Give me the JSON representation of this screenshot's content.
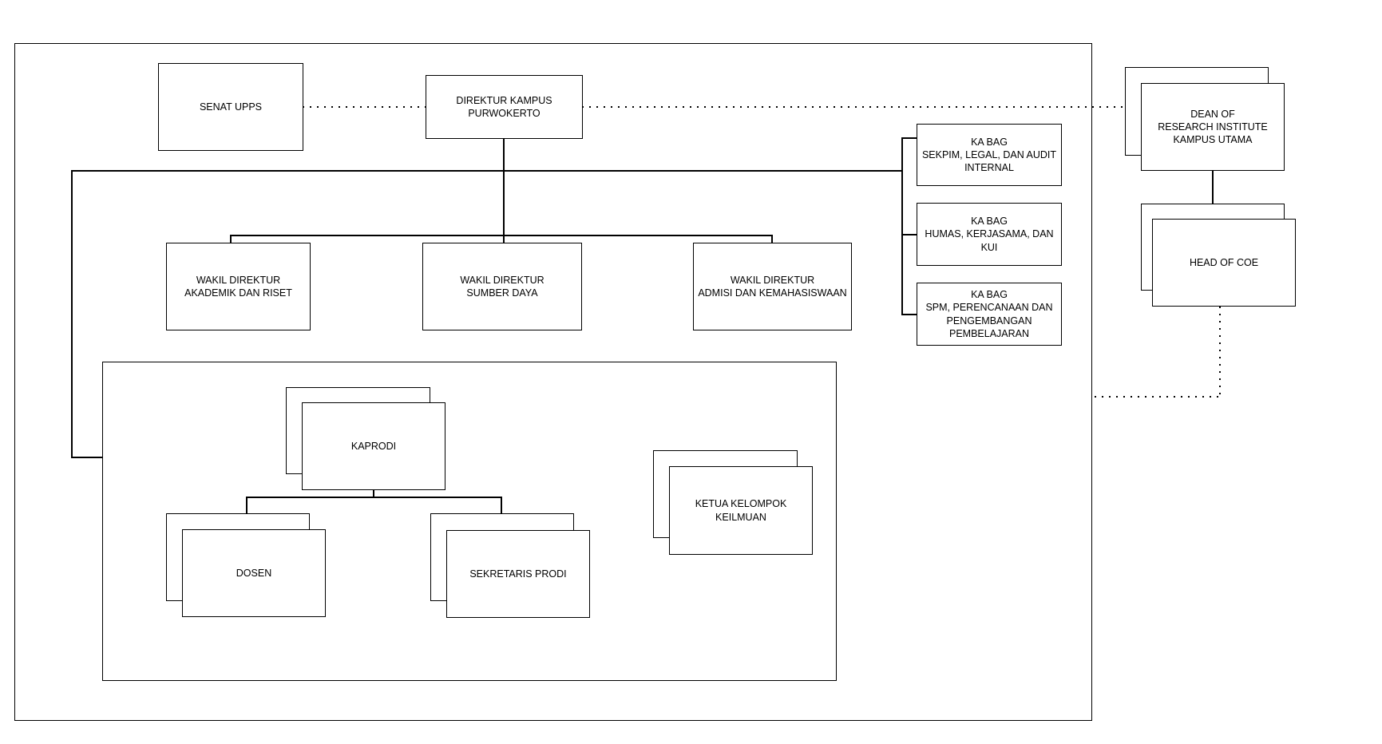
{
  "colors": {
    "line": "#000000",
    "box_border": "#000000",
    "box_fill": "#ffffff",
    "canvas_background": "#ffffff"
  },
  "org_chart": {
    "nodes": {
      "senat": {
        "label": "SENAT UPPS"
      },
      "direktur": {
        "label": "DIREKTUR KAMPUS\nPURWOKERTO"
      },
      "wakil_akademik": {
        "label": "WAKIL DIREKTUR\nAKADEMIK DAN RISET"
      },
      "wakil_sumber": {
        "label": "WAKIL DIREKTUR\nSUMBER DAYA"
      },
      "wakil_admisi": {
        "label": "WAKIL DIREKTUR\nADMISI DAN KEMAHASISWAAN"
      },
      "kabag_sekpim": {
        "label": "KA BAG\nSEKPIM, LEGAL, DAN AUDIT\nINTERNAL"
      },
      "kabag_humas": {
        "label": "KA BAG\nHUMAS, KERJASAMA, DAN\nKUI"
      },
      "kabag_spm": {
        "label": "KA BAG\nSPM, PERENCANAAN DAN\nPENGEMBANGAN\nPEMBELAJARAN"
      },
      "kaprodi": {
        "label": "KAPRODI",
        "stacked": true
      },
      "dosen": {
        "label": "DOSEN",
        "stacked": true
      },
      "sekretaris_prodi": {
        "label": "SEKRETARIS PRODI",
        "stacked": true
      },
      "ketua_kelompok": {
        "label": "KETUA KELOMPOK\nKEILMUAN",
        "stacked": true
      },
      "dean_research": {
        "label": "DEAN OF\nRESEARCH INSTITUTE\nKAMPUS UTAMA",
        "stacked": true
      },
      "head_coe": {
        "label": "HEAD OF COE",
        "stacked": true
      }
    },
    "edges": [
      {
        "from": "senat",
        "to": "direktur",
        "style": "dotted"
      },
      {
        "from": "direktur",
        "to": "dean_research",
        "style": "dotted"
      },
      {
        "from": "direktur",
        "to": "wakil_akademik",
        "style": "solid"
      },
      {
        "from": "direktur",
        "to": "wakil_sumber",
        "style": "solid"
      },
      {
        "from": "direktur",
        "to": "wakil_admisi",
        "style": "solid"
      },
      {
        "from": "direktur",
        "to": "kabag_sekpim",
        "style": "solid"
      },
      {
        "from": "direktur",
        "to": "kabag_humas",
        "style": "solid"
      },
      {
        "from": "direktur",
        "to": "kabag_spm",
        "style": "solid"
      },
      {
        "from": "direktur",
        "to": "prodi_group_boundary",
        "style": "solid"
      },
      {
        "from": "kaprodi",
        "to": "dosen",
        "style": "solid"
      },
      {
        "from": "kaprodi",
        "to": "sekretaris_prodi",
        "style": "solid"
      },
      {
        "from": "dean_research",
        "to": "head_coe",
        "style": "solid"
      },
      {
        "from": "head_coe",
        "to": "campus_boundary",
        "style": "dotted"
      }
    ]
  }
}
